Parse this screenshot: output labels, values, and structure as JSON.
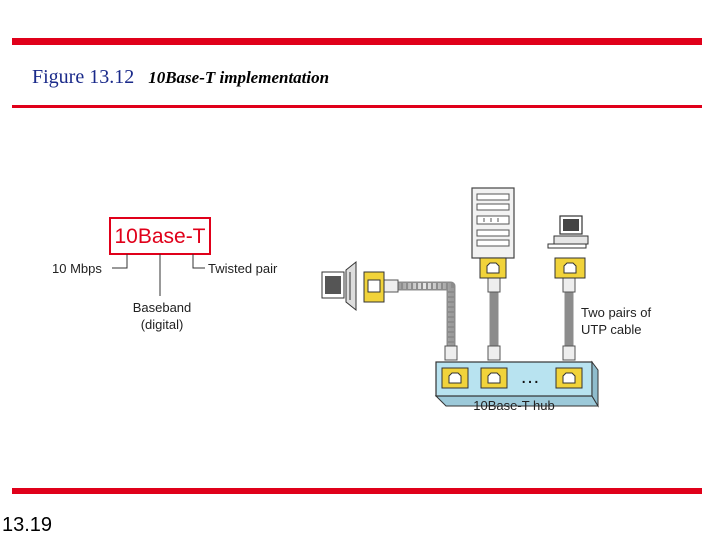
{
  "figure": {
    "number": "Figure 13.12",
    "caption": "10Base-T implementation"
  },
  "slide_number": "13.19",
  "legend": {
    "title": "10Base-T",
    "rate": "10 Mbps",
    "medium": "Twisted pair",
    "signal_line1": "Baseband",
    "signal_line2": "(digital)"
  },
  "network": {
    "cable_label_line1": "Two pairs of",
    "cable_label_line2": "UTP cable",
    "hub_label": "10Base-T hub",
    "hub_ellipsis": "…"
  },
  "colors": {
    "rule": "#e0001a",
    "title_box_border": "#e0001a",
    "title_text": "#e0001a",
    "hub_body": "#b8e3f0",
    "port": "#f1d33a",
    "cable": "#cfcfcf"
  }
}
